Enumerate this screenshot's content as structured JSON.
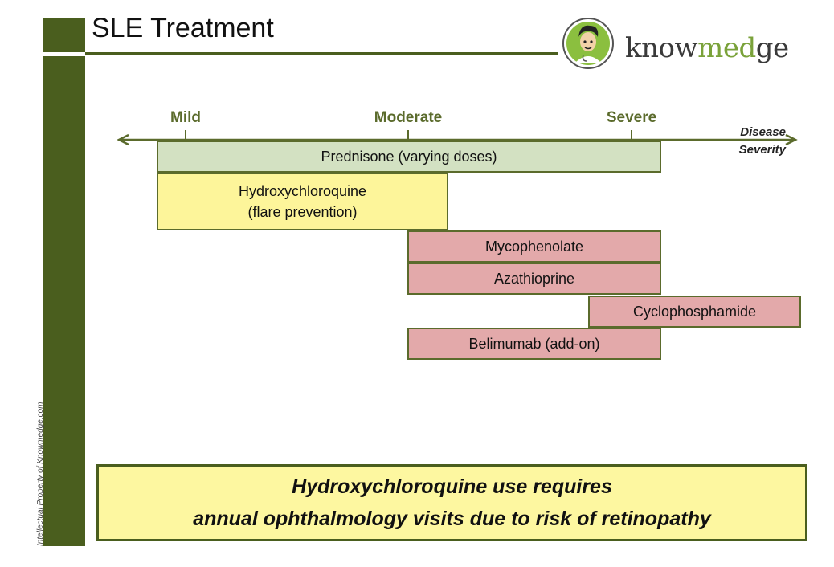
{
  "header": {
    "title": "SLE Treatment",
    "logo_pre": "know",
    "logo_mid": "med",
    "logo_post": "ge"
  },
  "sidebar": {
    "caption": "Intellectual Property of Knowmedge.com"
  },
  "scale": {
    "ticks": [
      "Mild",
      "Moderate",
      "Severe"
    ],
    "axis_label_line1": "Disease",
    "axis_label_line2": "Severity"
  },
  "treatments": [
    {
      "label": "Prednisone (varying doses)",
      "color": "#d3e1c2"
    },
    {
      "label_line1": "Hydroxychloroquine",
      "label_line2": "(flare prevention)",
      "color": "#fdf59a"
    },
    {
      "label": "Mycophenolate",
      "color": "#e3a9aa"
    },
    {
      "label": "Azathioprine",
      "color": "#e3a9aa"
    },
    {
      "label": "Cyclophosphamide",
      "color": "#e3a9aa"
    },
    {
      "label": "Belimumab (add-on)",
      "color": "#e3a9aa"
    }
  ],
  "note": {
    "line1": "Hydroxychloroquine use requires",
    "line2": "annual ophthalmology visits due to risk of retinopathy"
  },
  "colors": {
    "brand_green": "#4a5e1e",
    "logo_accent": "#7aa23a"
  }
}
